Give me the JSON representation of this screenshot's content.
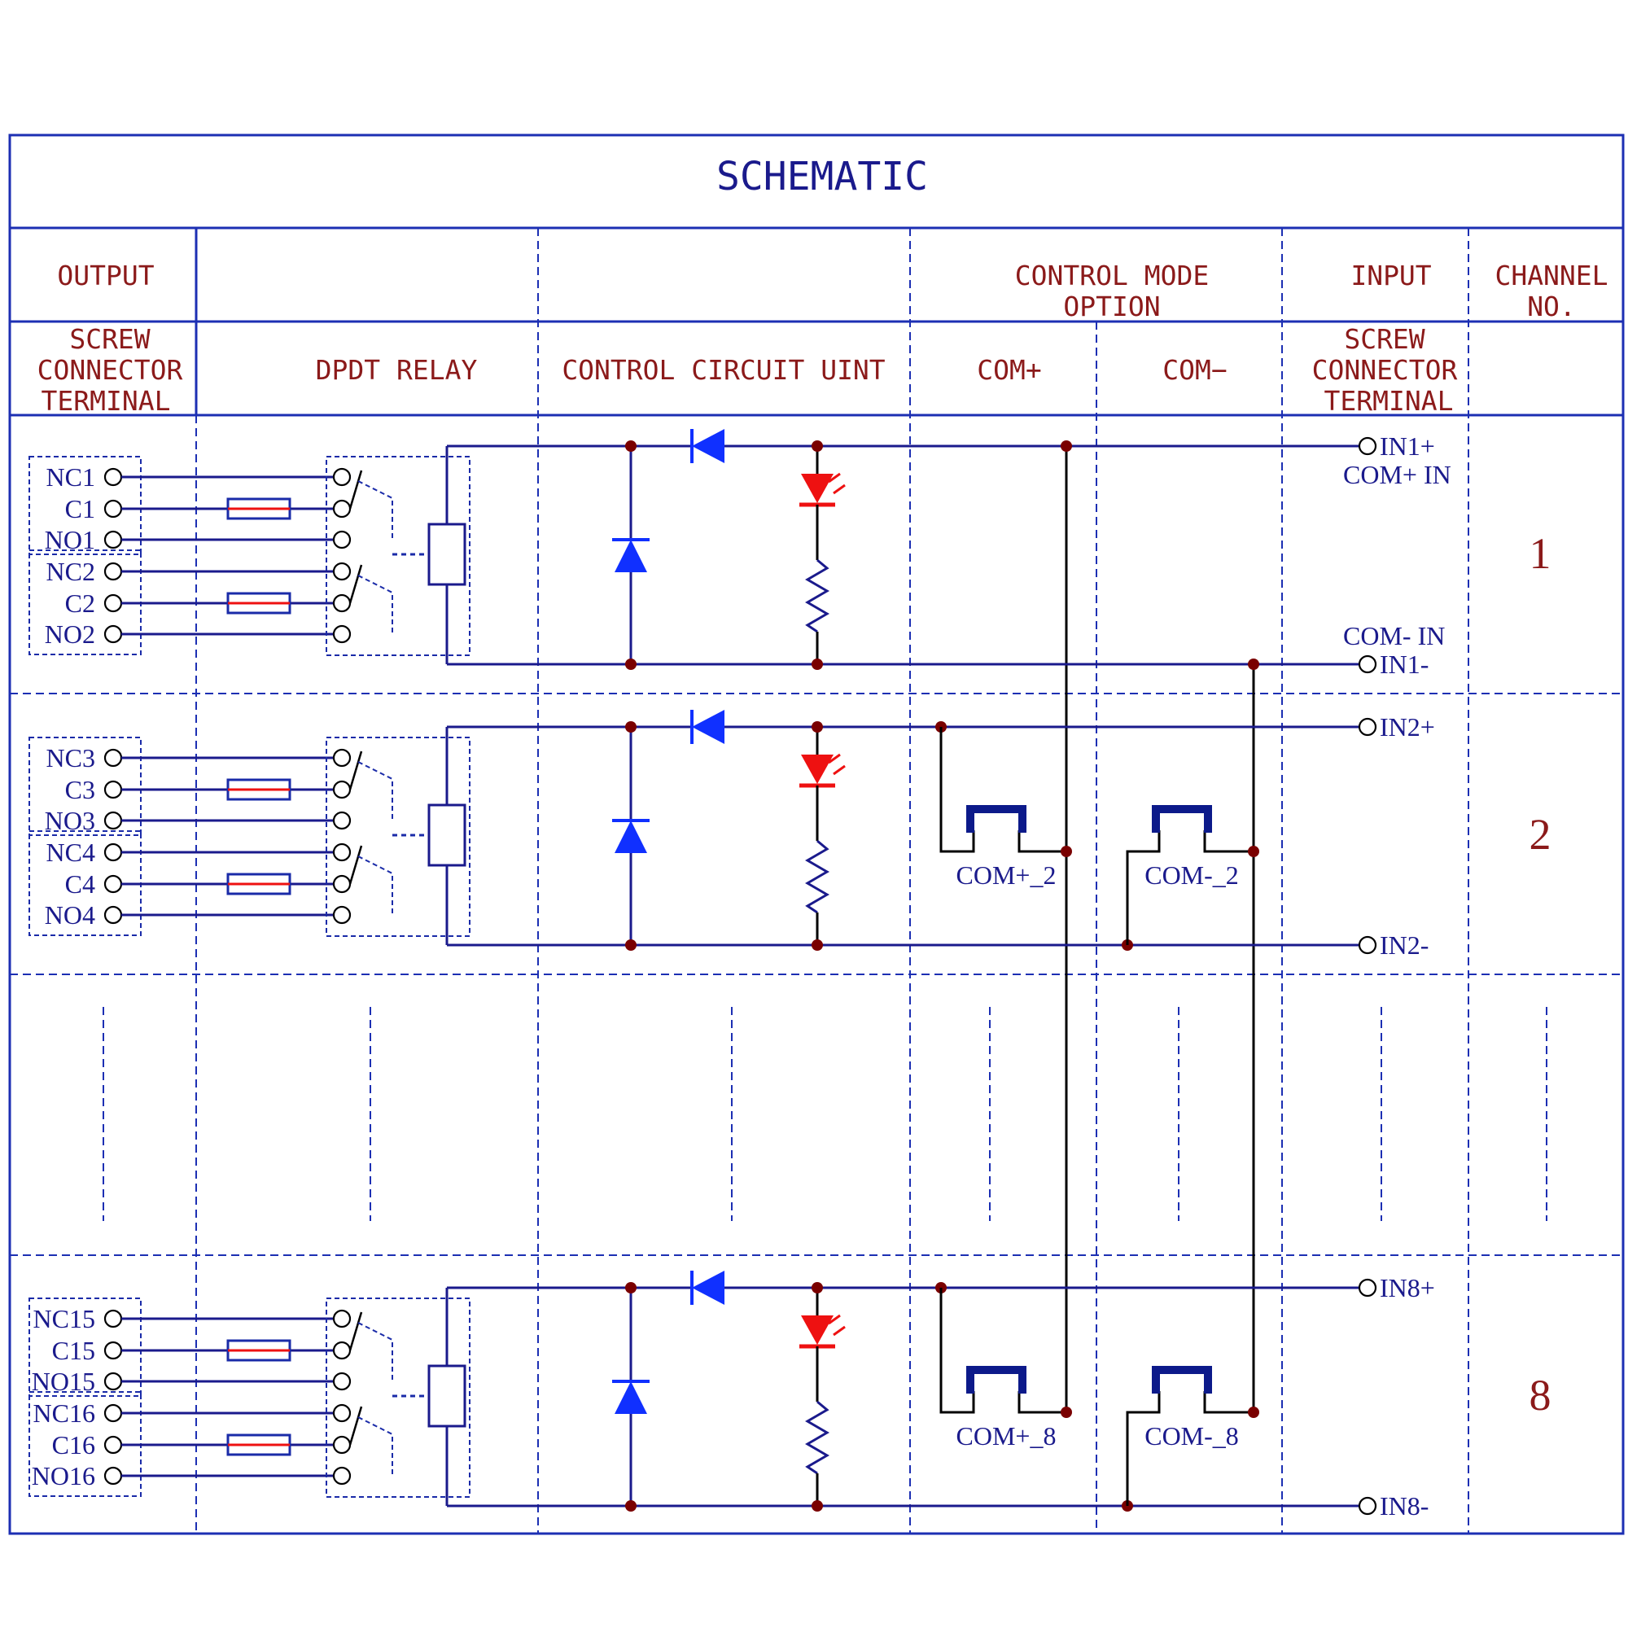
{
  "title": "SCHEMATIC",
  "headers": {
    "output": "OUTPUT",
    "control_mode": [
      "CONTROL  MODE",
      "OPTION"
    ],
    "input": "INPUT",
    "channel": [
      "CHANNEL",
      "NO."
    ],
    "screw_left": [
      "SCREW",
      "CONNECTOR",
      "TERMINAL"
    ],
    "relay": "DPDT  RELAY",
    "control_unit": "CONTROL  CIRCUIT  UINT",
    "com_plus": "COM+",
    "com_minus": "COM−",
    "screw_right": [
      "SCREW",
      "CONNECTOR",
      "TERMINAL"
    ]
  },
  "channels": [
    {
      "number": "1",
      "terminals": [
        "NC1",
        "C1",
        "NO1",
        "NC2",
        "C2",
        "NO2"
      ],
      "in_plus": "IN1+",
      "in_minus": "IN1-",
      "com_in_plus": "COM+ IN",
      "com_in_minus": "COM- IN"
    },
    {
      "number": "2",
      "terminals": [
        "NC3",
        "C3",
        "NO3",
        "NC4",
        "C4",
        "NO4"
      ],
      "in_plus": "IN2+",
      "in_minus": "IN2-",
      "jumper_plus": "COM+_2",
      "jumper_minus": "COM-_2"
    },
    {
      "number": "8",
      "terminals": [
        "NC15",
        "C15",
        "NO15",
        "NC16",
        "C16",
        "NO16"
      ],
      "in_plus": "IN8+",
      "in_minus": "IN8-",
      "jumper_plus": "COM+_8",
      "jumper_minus": "COM-_8"
    }
  ],
  "colors": {
    "frame": "#1c2fb3",
    "header_text": "#8b1a1a",
    "label_text": "#1a1a8c",
    "diode": "#1030ff",
    "led": "#ee1111",
    "junction": "#7a0000",
    "jumper": "#0c1a8a"
  }
}
